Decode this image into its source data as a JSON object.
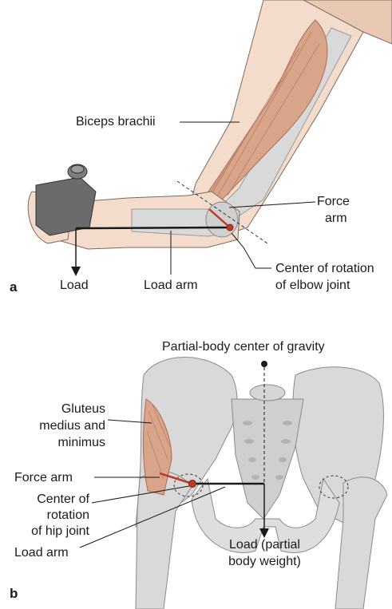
{
  "panel_a": {
    "panel_letter": "a",
    "labels": {
      "biceps": "Biceps brachii",
      "force_arm_1": "Force",
      "force_arm_2": "arm",
      "center_rotation_1": "Center of rotation",
      "center_rotation_2": "of elbow joint",
      "load": "Load",
      "load_arm": "Load arm"
    }
  },
  "panel_b": {
    "panel_letter": "b",
    "labels": {
      "partial_cog": "Partial-body center of gravity",
      "gluteus_1": "Gluteus",
      "gluteus_2": "medius and",
      "gluteus_3": "minimus",
      "force_arm": "Force arm",
      "center_1": "Center of",
      "center_2": "rotation",
      "center_3": "of hip joint",
      "load_arm": "Load arm",
      "load_1": "Load (partial",
      "load_2": "body weight)"
    }
  },
  "colors": {
    "bone": "#d9d9d9",
    "bone_dark": "#b3b3b3",
    "skin": "#f3dccb",
    "muscle": "#d9a58a",
    "lever_line": "#1a1a1a",
    "force_line": "#c0392b"
  }
}
